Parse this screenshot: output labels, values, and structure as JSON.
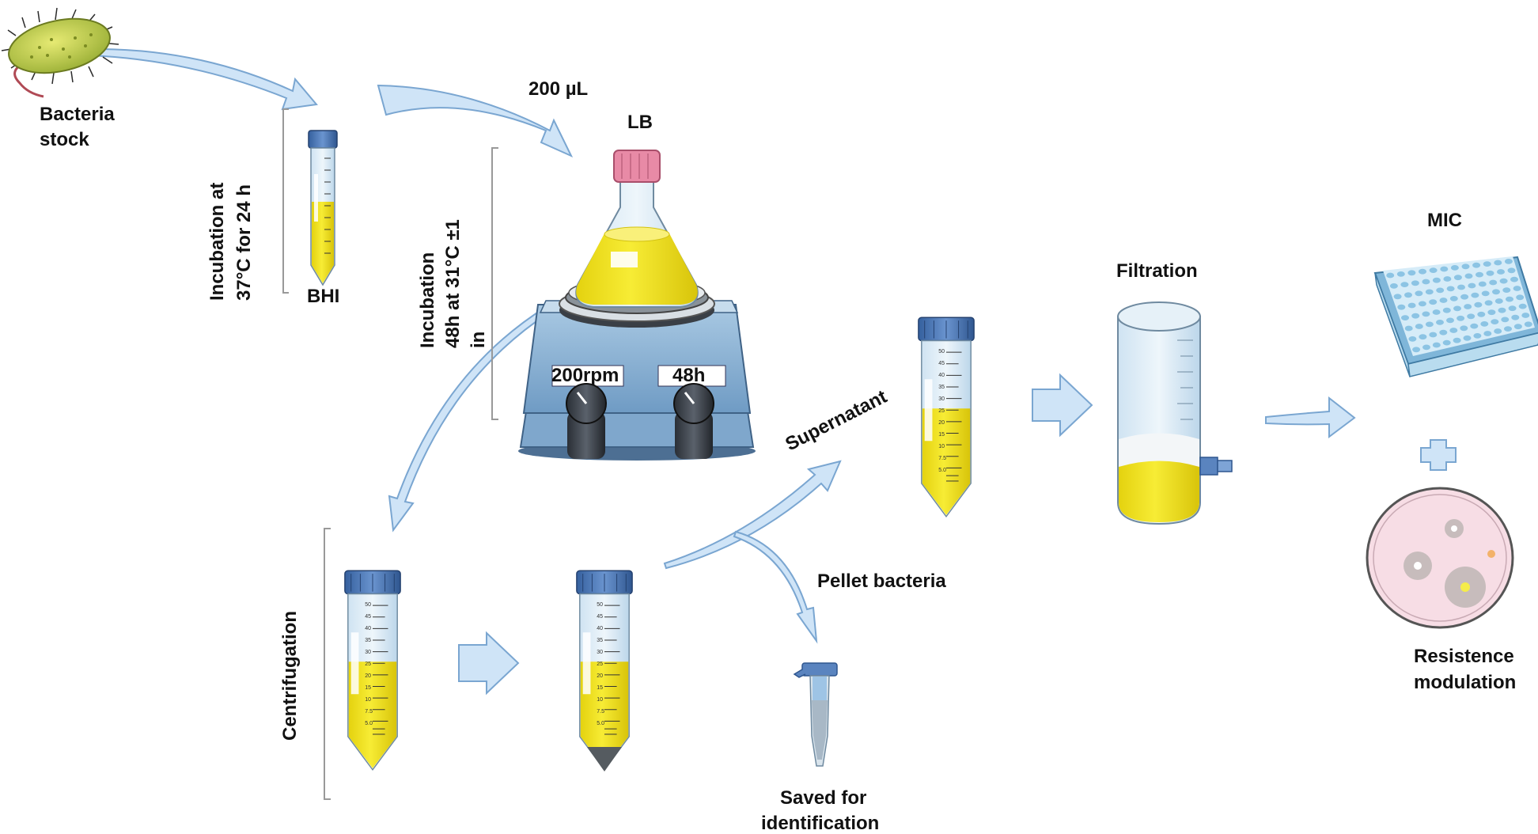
{
  "labels": {
    "bacteria_stock": [
      "Bacteria",
      "stock"
    ],
    "incubation_1": [
      "Incubation at",
      "37°C for 24 h"
    ],
    "bhi": "BHI",
    "volume": "200 µL",
    "lb": "LB",
    "incubation_2": [
      "Incubation",
      "48h  at 31°C  ±1",
      "in"
    ],
    "shaker_speed": "200rpm",
    "shaker_time": "48h",
    "centrifugation": "Centrifugation",
    "supernatant": "Supernatant",
    "pellet": "Pellet bacteria",
    "saved": [
      "Saved for",
      "identification"
    ],
    "filtration": "Filtration",
    "mic": "MIC",
    "resistance": [
      "Resistence",
      "modulation"
    ]
  },
  "tube_scale": [
    "50",
    "45",
    "40",
    "35",
    "30",
    "25",
    "20",
    "15",
    "10",
    "7.5",
    "5.0"
  ],
  "colors": {
    "broth": "#f0e21a",
    "arrow_fill": "#cfe4f7",
    "arrow_stroke": "#7aa6d1",
    "cap": "#4a78b8",
    "flask_cap": "#e88aa6",
    "plate": "#a9d6ee",
    "text": "#111111"
  }
}
